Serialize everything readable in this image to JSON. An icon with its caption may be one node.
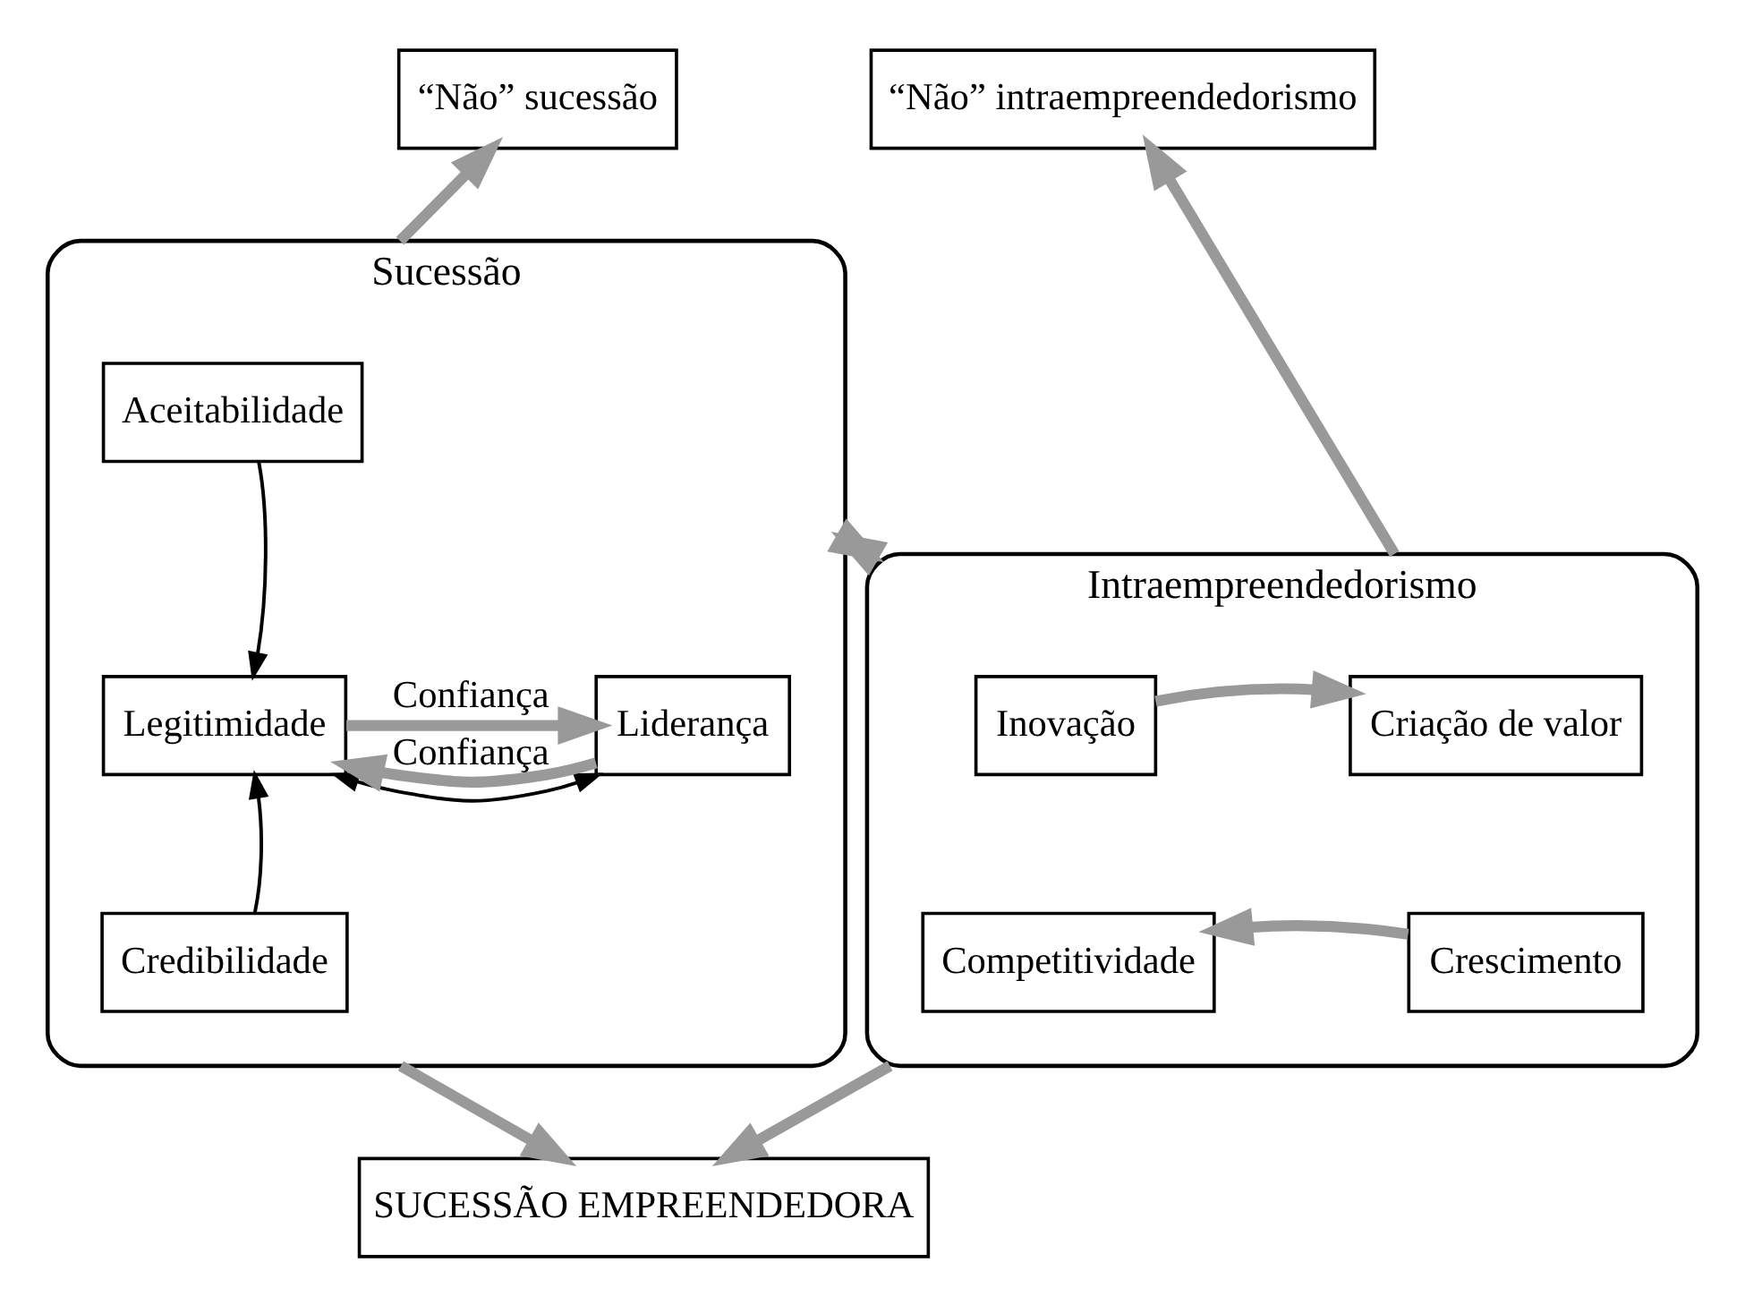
{
  "diagram": {
    "nodes": [
      {
        "text": [
          "“Não” sucessão"
        ]
      },
      {
        "text": [
          "“Não” intraempreendedorismo"
        ]
      },
      {
        "text": [
          "Sucessão"
        ]
      },
      {
        "text": [
          "Aceitabilidade"
        ],
        "in": 2
      },
      {
        "text": [
          "Legitimidade"
        ],
        "in": 2
      },
      {
        "text": [
          "Liderança"
        ],
        "in": 2
      },
      {
        "text": [
          "Credibilidade"
        ],
        "in": 2
      },
      {
        "text": [
          "Intraempreendedorismo"
        ]
      },
      {
        "text": [
          "Inovação"
        ],
        "in": 7
      },
      {
        "text": [
          "Criação de valor"
        ],
        "in": 7
      },
      {
        "text": [
          "Competitividade"
        ],
        "in": 7
      },
      {
        "text": [
          "Crescimento"
        ],
        "in": 7
      },
      {
        "text": [
          "SUCESSÃO EMPREENDEDORA"
        ]
      }
    ],
    "edges": [
      {
        "from": 2,
        "to": 0,
        "arrow": "to"
      },
      {
        "from": 7,
        "to": 1,
        "arrow": "to"
      },
      {
        "from": 3,
        "to": 4,
        "arrow": "to",
        "color": "#000000"
      },
      {
        "from": 6,
        "to": 4,
        "arrow": "to",
        "color": "#000000"
      },
      {
        "from": 4,
        "to": 5,
        "arrow": "both",
        "color": "#000000"
      },
      {
        "from": 4,
        "to": 5,
        "arrow": "to",
        "label": "Confiança"
      },
      {
        "from": 5,
        "to": 4,
        "arrow": "to",
        "label": "Confiança"
      },
      {
        "from": 2,
        "to": 7,
        "arrow": "both"
      },
      {
        "from": 8,
        "to": 9,
        "arrow": "to"
      },
      {
        "from": 11,
        "to": 10,
        "arrow": "to"
      },
      {
        "from": 2,
        "to": 12,
        "arrow": "to"
      },
      {
        "from": 7,
        "to": 12,
        "arrow": "to"
      }
    ]
  }
}
